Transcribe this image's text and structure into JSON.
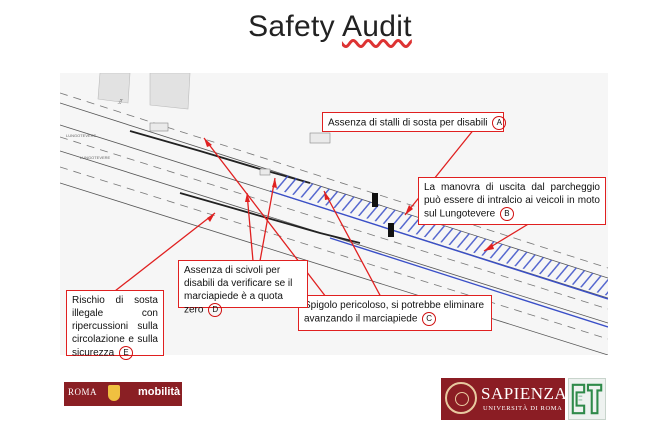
{
  "slide": {
    "title_pre": "Safety ",
    "title_squiggle": "Audit"
  },
  "callouts": {
    "a": {
      "text": "Assenza di stalli di sosta per disabili",
      "badge": "A"
    },
    "b": {
      "text": "La manovra di uscita dal parcheggio può essere di intralcio ai veicoli in moto sul Lungotevere",
      "badge": "B"
    },
    "c": {
      "text": "Spigolo pericoloso, si potrebbe eliminare avanzando il marciapiede",
      "badge": "C"
    },
    "d": {
      "text": "Assenza di scivoli per disabili da verificare se il marciapiede è a quota zero",
      "badge": "D"
    },
    "e": {
      "text": "Rischio di sosta illegale con ripercussioni sulla circolazione e sulla sicurezza",
      "badge": "E"
    }
  },
  "footer": {
    "roma_label": "ROMA",
    "mobilita_label": "mobilità",
    "sapienza_title": "SAPIENZA",
    "sapienza_sub": "UNIVERSITÀ DI ROMA"
  },
  "colors": {
    "callout_border": "#e02020",
    "hatch_blue": "#3a4fc8",
    "brand_red": "#8b1d24",
    "ctl_green": "#2f8a4a"
  }
}
